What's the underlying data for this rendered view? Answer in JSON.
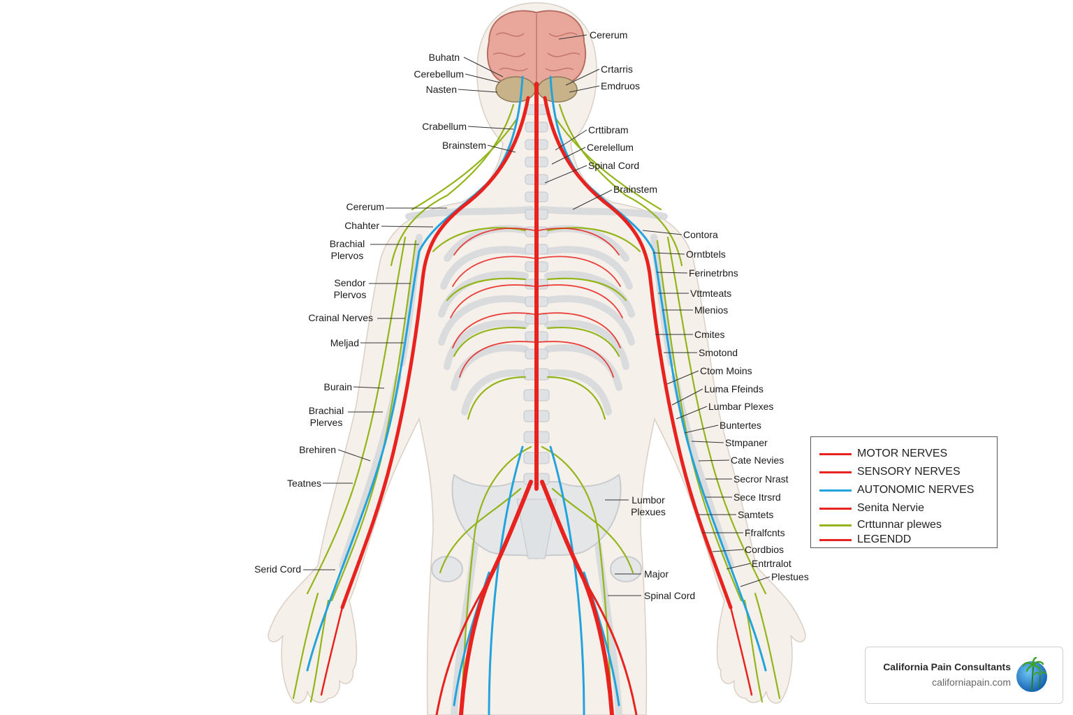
{
  "colors": {
    "motor": "#e8231f",
    "sensory": "#e8231f",
    "autonomic": "#22a3dd",
    "plexus": "#93b51a",
    "bone": "#e2e4e6",
    "skin": "#f4ede6",
    "brain": "#e8a79a"
  },
  "labels_left": [
    {
      "text": "Buhatn"
    },
    {
      "text": "Cerebellum"
    },
    {
      "text": "Nasten"
    },
    {
      "text": "Crabellum"
    },
    {
      "text": "Brainstem"
    },
    {
      "text": "Cererum"
    },
    {
      "text": "Chahter"
    },
    {
      "text": "Brachial\nPlervos"
    },
    {
      "text": "Sendor\nPlervos"
    },
    {
      "text": "Crainal Nerves"
    },
    {
      "text": "Meljad"
    },
    {
      "text": "Burain"
    },
    {
      "text": "Brachial\nPlerves"
    },
    {
      "text": "Brehiren"
    },
    {
      "text": "Teatnes"
    },
    {
      "text": "Serid Cord"
    }
  ],
  "labels_right": [
    {
      "text": "Cererum"
    },
    {
      "text": "Crtarris"
    },
    {
      "text": "Emdruos"
    },
    {
      "text": "Crttibram"
    },
    {
      "text": "Cerelellum"
    },
    {
      "text": "Spinal Cord"
    },
    {
      "text": "Brainstem"
    },
    {
      "text": "Contora"
    },
    {
      "text": "Orntbtels"
    },
    {
      "text": "Ferinetrbns"
    },
    {
      "text": "Vttmteats"
    },
    {
      "text": "Mlenios"
    },
    {
      "text": "Cmites"
    },
    {
      "text": "Smotond"
    },
    {
      "text": "Ctom Moins"
    },
    {
      "text": "Luma Ffeinds"
    },
    {
      "text": "Lumbar Plexes"
    },
    {
      "text": "Buntertes"
    },
    {
      "text": "Stmpaner"
    },
    {
      "text": "Cate Nevies"
    },
    {
      "text": "Secror Nrast"
    },
    {
      "text": "Sece Itrsrd"
    },
    {
      "text": "Samtets"
    },
    {
      "text": "Ffralfcnts"
    },
    {
      "text": "Cordbios"
    },
    {
      "text": "Entrtralot"
    },
    {
      "text": "Plestues"
    }
  ],
  "labels_center": [
    {
      "text": "Lumbor\nPlexues"
    },
    {
      "text": "Major"
    },
    {
      "text": "Spinal Cord"
    }
  ],
  "legend": {
    "items": [
      {
        "text": "MOTOR NERVES",
        "color": "#e8231f"
      },
      {
        "text": "SENSORY NERVES",
        "color": "#e8231f"
      },
      {
        "text": "AUTONOMIC NERVES",
        "color": "#22a3dd"
      },
      {
        "text": "Senita Nervie",
        "color": "#e8231f"
      },
      {
        "text": "Crttunnar plewes",
        "color": "#93b51a"
      },
      {
        "text": "LEGENDD",
        "color": "#e8231f"
      }
    ]
  },
  "brand": {
    "name": "California Pain Consultants",
    "url": "californiapain.com",
    "logo_icon": "globe-palm-icon"
  }
}
